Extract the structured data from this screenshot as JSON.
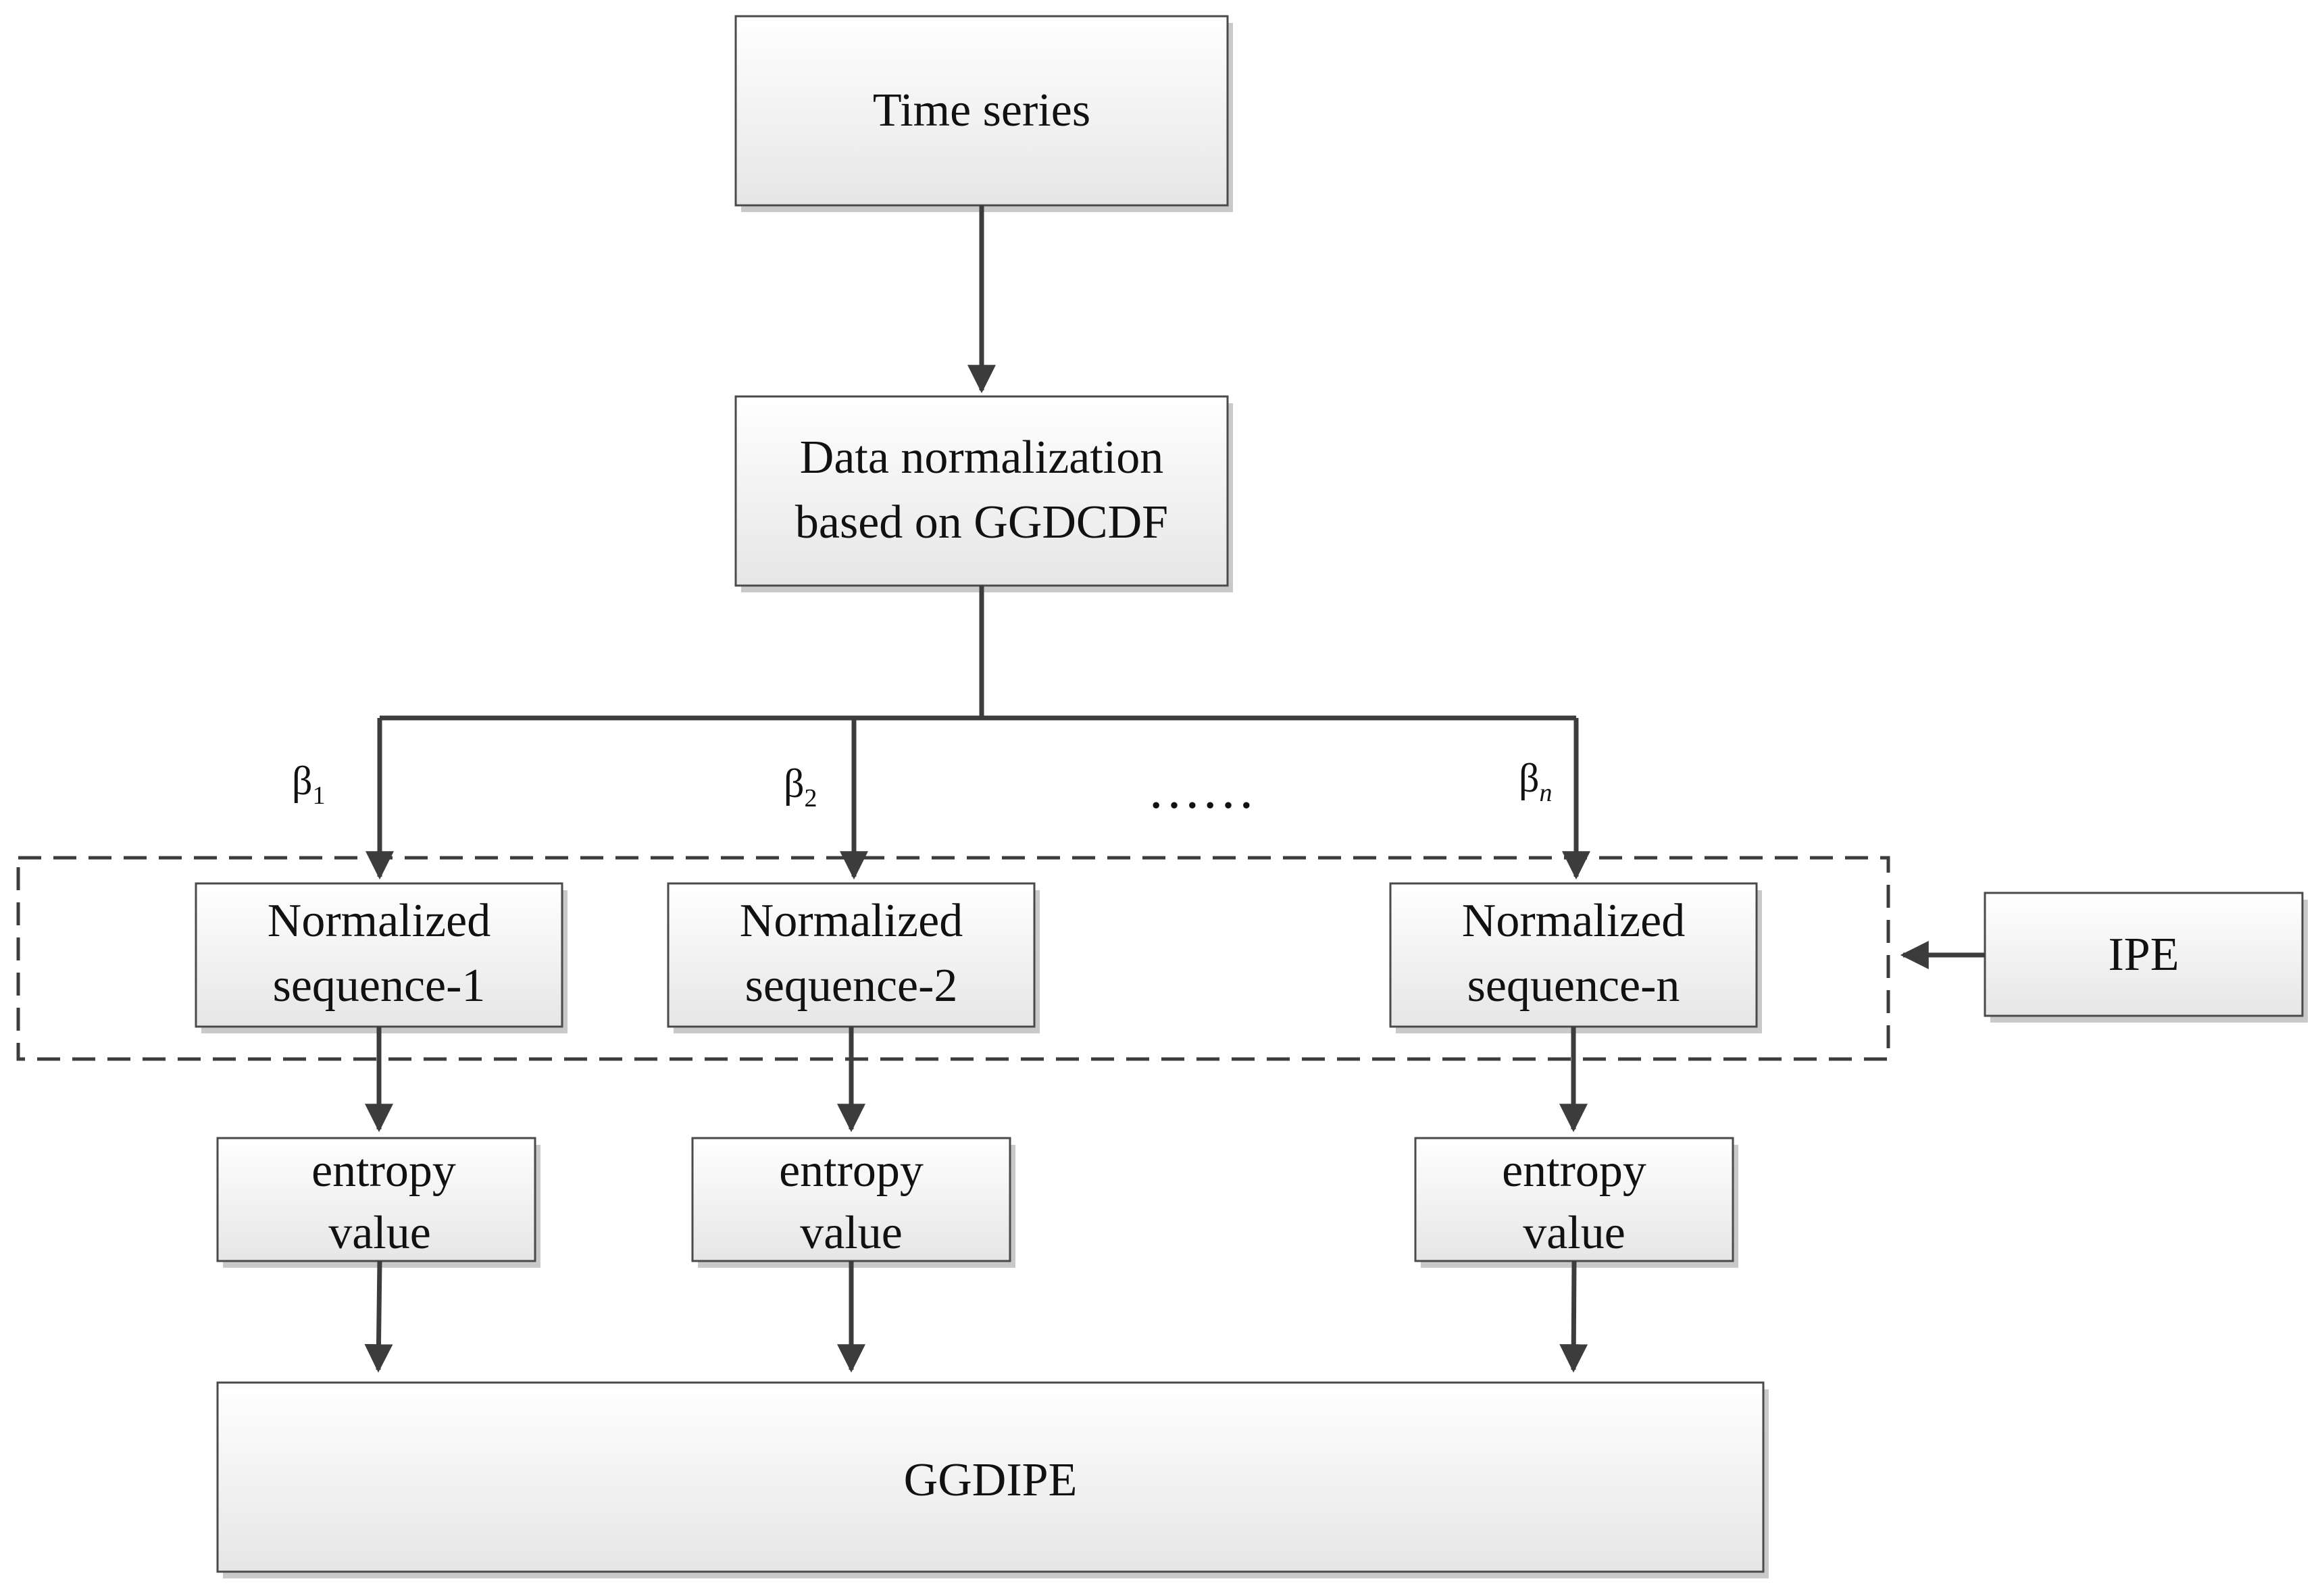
{
  "nodes": {
    "time_series": "Time series",
    "normalization": [
      "Data normalization",
      "based on GGDCDF"
    ],
    "seq_1": [
      "Normalized",
      "sequence-1"
    ],
    "seq_2": [
      "Normalized",
      "sequence-2"
    ],
    "seq_n": [
      "Normalized",
      "sequence-n"
    ],
    "ipe": "IPE",
    "entropy_1": [
      "entropy",
      "value"
    ],
    "entropy_2": [
      "entropy",
      "value"
    ],
    "entropy_n": [
      "entropy",
      "value"
    ],
    "ggdipe": "GGDIPE"
  },
  "branch_labels": {
    "beta_1": {
      "symbol": "β",
      "sub": "1"
    },
    "beta_2": {
      "symbol": "β",
      "sub": "2"
    },
    "beta_n": {
      "symbol": "β",
      "sub": "n"
    }
  },
  "ellipsis": "……",
  "colors": {
    "box_border": "#4a4a4a",
    "box_fill_top": "#ffffff",
    "box_fill_bottom": "#e6e6e6",
    "arrow": "#3c3c3c",
    "text": "#111111"
  }
}
